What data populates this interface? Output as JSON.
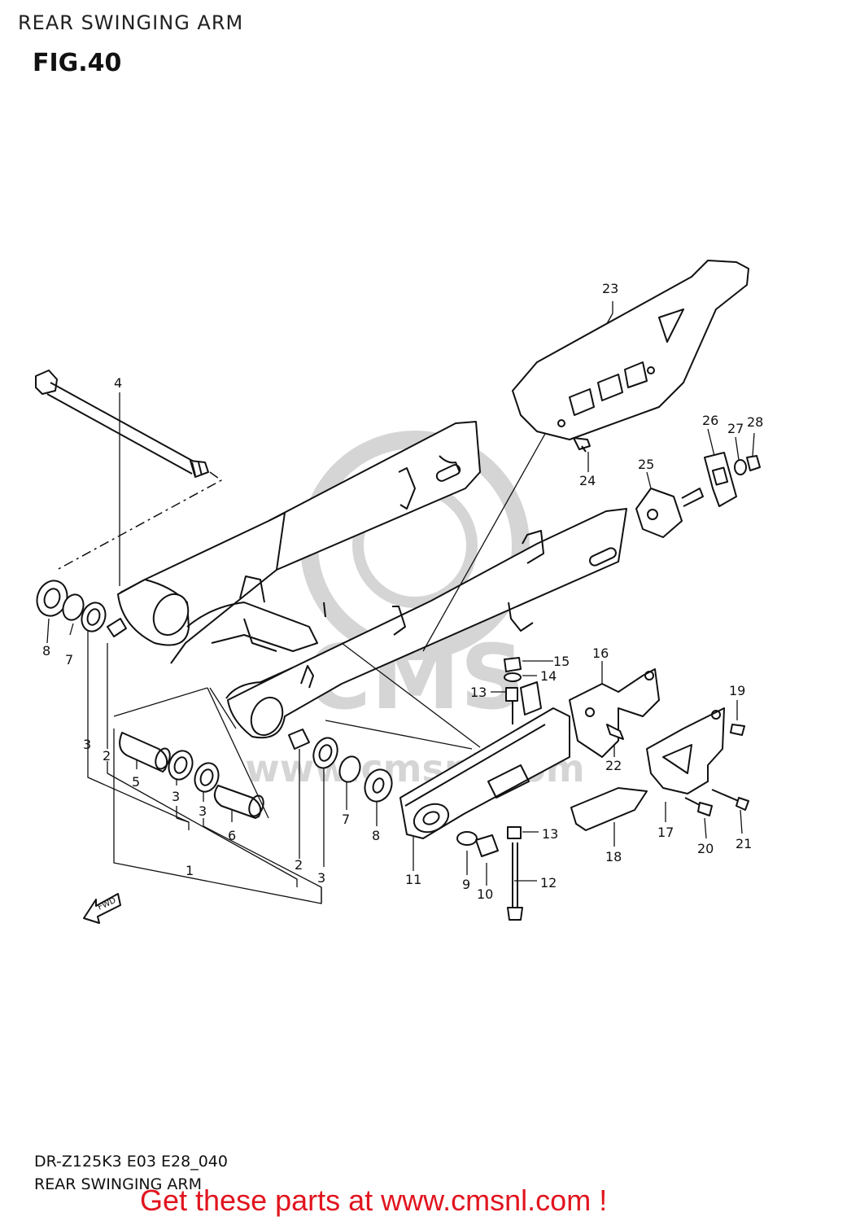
{
  "header": {
    "section_title": "REAR SWINGING ARM",
    "figure_label": "FIG.40"
  },
  "watermark": {
    "text": "www.cmsnl.com",
    "short": "CMS"
  },
  "diagram": {
    "fwd_label": "FWD",
    "callouts": [
      "1",
      "2",
      "2",
      "3",
      "3",
      "3",
      "3",
      "4",
      "5",
      "6",
      "7",
      "7",
      "8",
      "8",
      "9",
      "10",
      "11",
      "12",
      "13",
      "13",
      "14",
      "15",
      "16",
      "17",
      "18",
      "19",
      "20",
      "21",
      "22",
      "23",
      "24",
      "25",
      "26",
      "27",
      "28"
    ]
  },
  "footer": {
    "model_code": "DR-Z125K3 E03 E28_040",
    "section_name": "REAR SWINGING ARM",
    "cta": "Get these parts at www.cmsnl.com !"
  }
}
